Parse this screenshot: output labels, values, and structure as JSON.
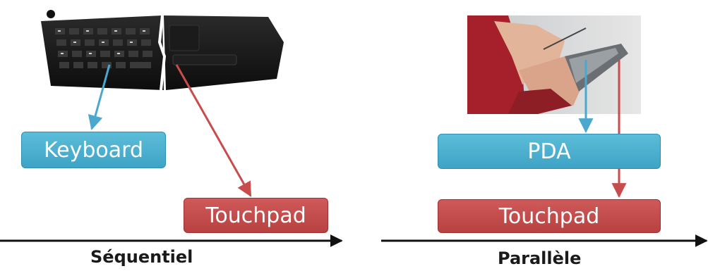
{
  "left": {
    "image": "keyboard-touchpad-device",
    "box_top": "Keyboard",
    "box_bottom": "Touchpad",
    "axis_label": "Séquentiel"
  },
  "right": {
    "image": "hands-using-pda-stylus-photo",
    "box_top": "PDA",
    "box_bottom": "Touchpad",
    "axis_label": "Parallèle"
  },
  "colors": {
    "blue": "#4fb3d3",
    "red": "#c24b4b",
    "arrow_blue": "#4aa8cf",
    "arrow_red": "#c94c4c"
  }
}
